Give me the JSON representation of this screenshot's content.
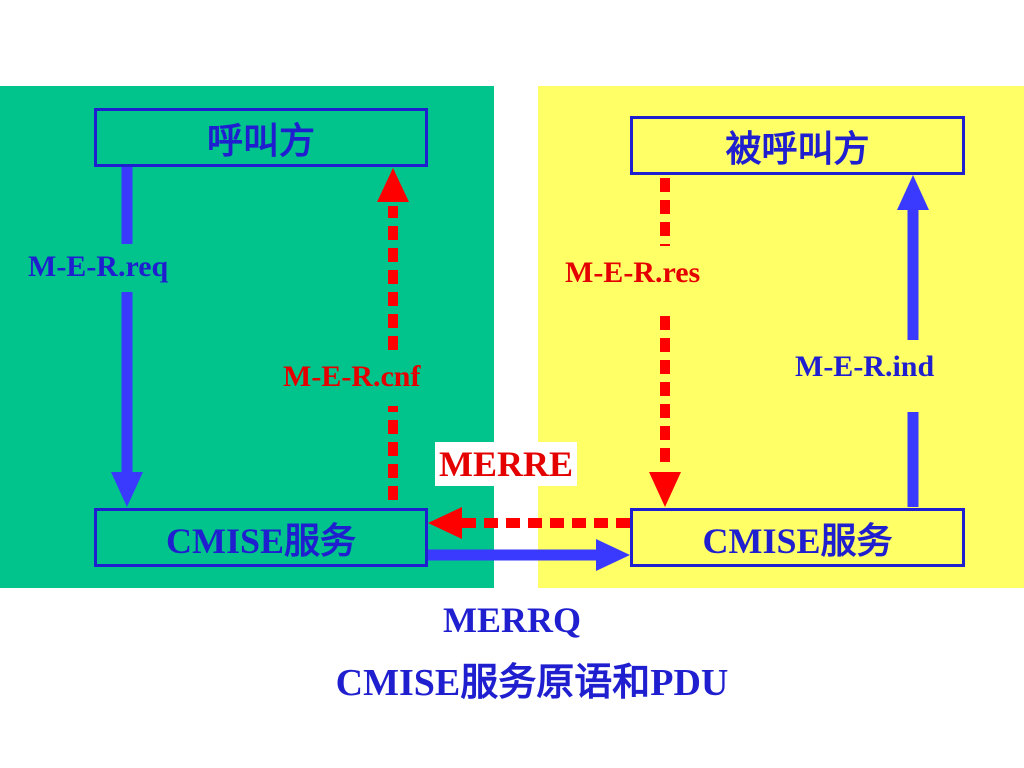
{
  "diagram": {
    "caller_box": "呼叫方",
    "callee_box": "被呼叫方",
    "cmise_left_box": "CMISE服务",
    "cmise_right_box": "CMISE服务",
    "label_request": "M-E-R.req",
    "label_confirm": "M-E-R.cnf",
    "label_response": "M-E-R.res",
    "label_indication": "M-E-R.ind",
    "pdu_response": "MERRE",
    "pdu_request": "MERRQ",
    "caption": "CMISE服务原语和PDU"
  },
  "colors": {
    "left_panel": "#00c48c",
    "right_panel": "#ffff66",
    "primitive_blue": "#1f1fd0",
    "arrow_blue": "#3a3aff",
    "arrow_red": "#ff0000"
  }
}
